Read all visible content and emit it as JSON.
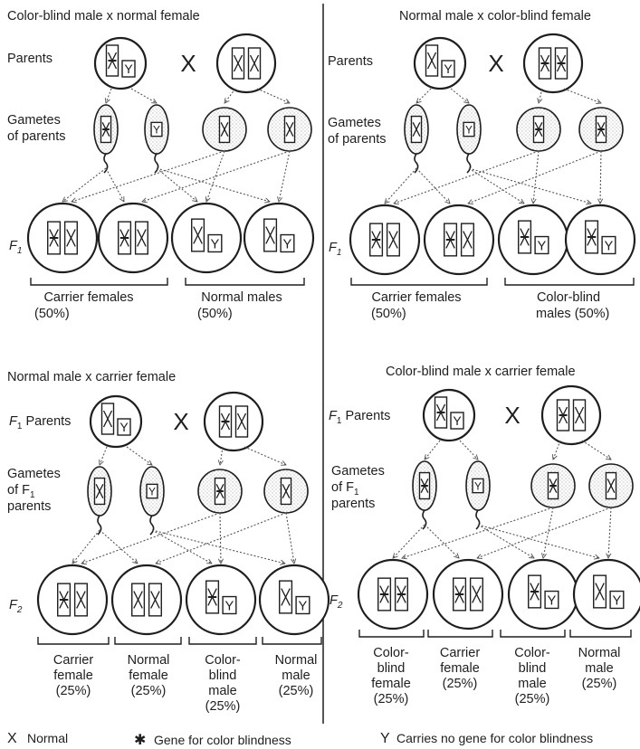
{
  "panels": [
    {
      "title": "Color-blind male x normal female",
      "row_parents": "Parents",
      "row_gametes_1": "Gametes",
      "row_gametes_2": "of parents",
      "row_gen_letter": "F",
      "row_gen_sub": "1",
      "parent_left": [
        "Xc",
        "Y"
      ],
      "parent_right": [
        "X",
        "X"
      ],
      "gametes": [
        "Xc",
        "Y",
        "X",
        "X"
      ],
      "offspring": [
        [
          "Xc",
          "X"
        ],
        [
          "Xc",
          "X"
        ],
        [
          "X",
          "Y"
        ],
        [
          "X",
          "Y"
        ]
      ],
      "groups": [
        {
          "lines": [
            "Carrier females",
            "(50%)"
          ]
        },
        {
          "lines": [
            "Normal males",
            "(50%)"
          ]
        }
      ]
    },
    {
      "title": "Normal male x color-blind female",
      "row_parents": "Parents",
      "row_gametes_1": "Gametes",
      "row_gametes_2": "of parents",
      "row_gen_letter": "F",
      "row_gen_sub": "1",
      "parent_left": [
        "X",
        "Y"
      ],
      "parent_right": [
        "Xc",
        "Xc"
      ],
      "gametes": [
        "X",
        "Y",
        "Xc",
        "Xc"
      ],
      "offspring": [
        [
          "Xc",
          "X"
        ],
        [
          "Xc",
          "X"
        ],
        [
          "Xc",
          "Y"
        ],
        [
          "Xc",
          "Y"
        ]
      ],
      "groups": [
        {
          "lines": [
            "Carrier females",
            "(50%)"
          ]
        },
        {
          "lines": [
            "Color-blind",
            "males (50%)"
          ]
        }
      ]
    },
    {
      "title": "Normal male x carrier female",
      "row_parents_letter": "F",
      "row_parents_sub": "1",
      "row_parents": "Parents",
      "row_gametes_1": "Gametes",
      "row_gametes_2_pre": "of F",
      "row_gametes_2_sub": "1",
      "row_gametes_3": "parents",
      "row_gen_letter": "F",
      "row_gen_sub": "2",
      "parent_left": [
        "X",
        "Y"
      ],
      "parent_right": [
        "Xc",
        "X"
      ],
      "gametes": [
        "X",
        "Y",
        "Xc",
        "X"
      ],
      "offspring": [
        [
          "Xc",
          "X"
        ],
        [
          "X",
          "X"
        ],
        [
          "Xc",
          "Y"
        ],
        [
          "X",
          "Y"
        ]
      ],
      "groups": [
        {
          "lines": [
            "Carrier",
            "female",
            "(25%)"
          ]
        },
        {
          "lines": [
            "Normal",
            "female",
            "(25%)"
          ]
        },
        {
          "lines": [
            "Color-",
            "blind",
            "male",
            "(25%)"
          ]
        },
        {
          "lines": [
            "Normal",
            "male",
            "(25%)"
          ]
        }
      ]
    },
    {
      "title": "Color-blind male x carrier female",
      "row_parents_letter": "F",
      "row_parents_sub": "1",
      "row_parents": "Parents",
      "row_gametes_1": "Gametes",
      "row_gametes_2_pre": "of F",
      "row_gametes_2_sub": "1",
      "row_gametes_3": "parents",
      "row_gen_letter": "F",
      "row_gen_sub": "2",
      "parent_left": [
        "Xc",
        "Y"
      ],
      "parent_right": [
        "Xc",
        "X"
      ],
      "gametes": [
        "Xc",
        "Y",
        "Xc",
        "X"
      ],
      "offspring": [
        [
          "Xc",
          "Xc"
        ],
        [
          "Xc",
          "X"
        ],
        [
          "Xc",
          "Y"
        ],
        [
          "X",
          "Y"
        ]
      ],
      "groups": [
        {
          "lines": [
            "Color-",
            "blind",
            "female",
            "(25%)"
          ]
        },
        {
          "lines": [
            "Carrier",
            "female",
            "(25%)"
          ]
        },
        {
          "lines": [
            "Color-",
            "blind",
            "male",
            "(25%)"
          ]
        },
        {
          "lines": [
            "Normal",
            "male",
            "(25%)"
          ]
        }
      ]
    }
  ],
  "cross_symbol": "X",
  "legend": {
    "normal_symbol": "X",
    "normal_label": "Normal",
    "cb_symbol": "✱",
    "cb_label": "Gene for color blindness",
    "y_symbol": "Y",
    "y_label": "Carries no gene for color blindness"
  },
  "colors": {
    "ink": "#1e1e1e",
    "stipple": "#8a8a8a"
  }
}
